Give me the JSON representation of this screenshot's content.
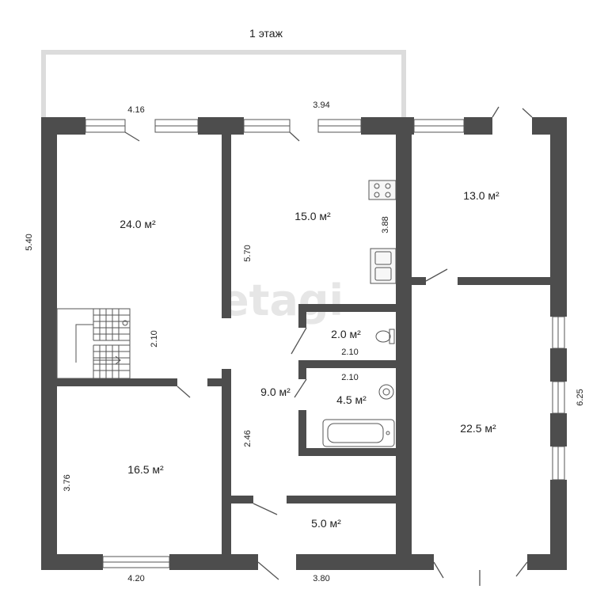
{
  "plan": {
    "title": "1 этаж",
    "watermark": "etagi",
    "rooms": {
      "living_top_left": "24.0 м²",
      "bedroom_bottom_left": "16.5 м²",
      "kitchen": "15.0 м²",
      "hallway": "9.0 м²",
      "wc": "2.0 м²",
      "bathroom": "4.5 м²",
      "vestibule": "5.0 м²",
      "room_top_right": "13.0 м²",
      "room_right": "22.5 м²"
    },
    "dimensions": {
      "top_left_width": "4.16",
      "top_middle_width": "3.94",
      "left_height": "5.40",
      "stair_width": "2.10",
      "kitchen_height": "5.70",
      "kitchen_counter": "3.88",
      "wc_width": "2.10",
      "bath_width": "2.10",
      "hall_height": "2.46",
      "bedroom_height": "3.76",
      "bottom_left_width": "4.20",
      "bottom_middle_width": "3.80",
      "right_height": "6.25"
    }
  }
}
